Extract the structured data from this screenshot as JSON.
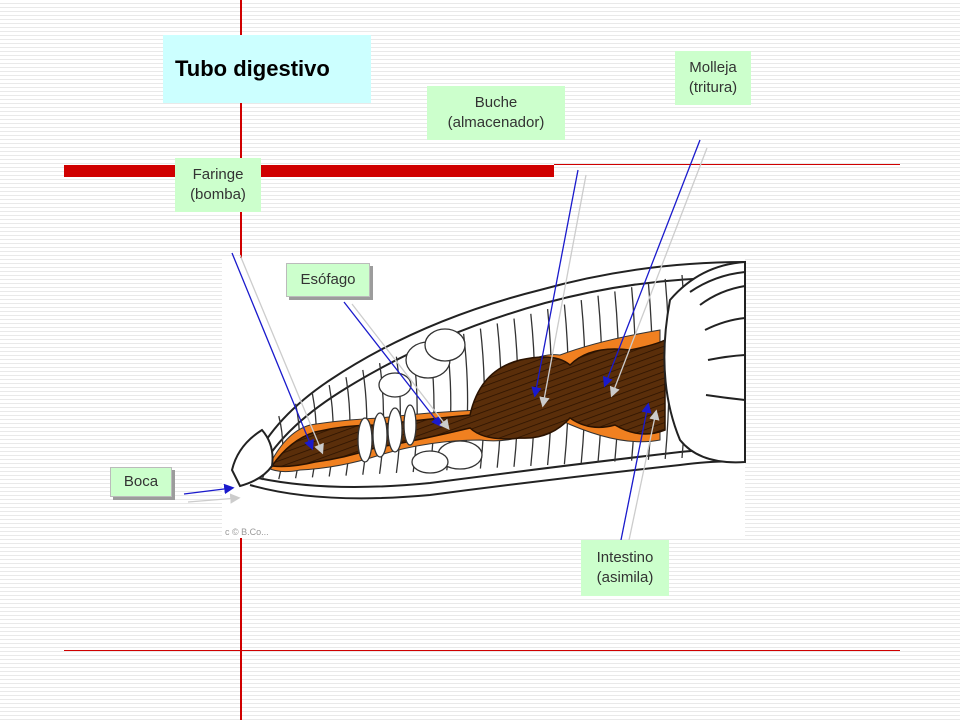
{
  "slide": {
    "title": "Tubo digestivo",
    "accent_color": "#d00000",
    "label_bg": "#ccffcc",
    "title_bg": "#ccffff"
  },
  "labels": {
    "faringe": {
      "line1": "Faringe",
      "line2": "(bomba)"
    },
    "esofago": {
      "line1": "Esófago"
    },
    "buche": {
      "line1": "Buche",
      "line2": "(almacenador)"
    },
    "molleja": {
      "line1": "Molleja",
      "line2": "(tritura)"
    },
    "intestino": {
      "line1": "Intestino",
      "line2": "(asimila)"
    },
    "boca": {
      "line1": "Boca"
    }
  },
  "image": {
    "watermark": "c © B.Co..."
  }
}
